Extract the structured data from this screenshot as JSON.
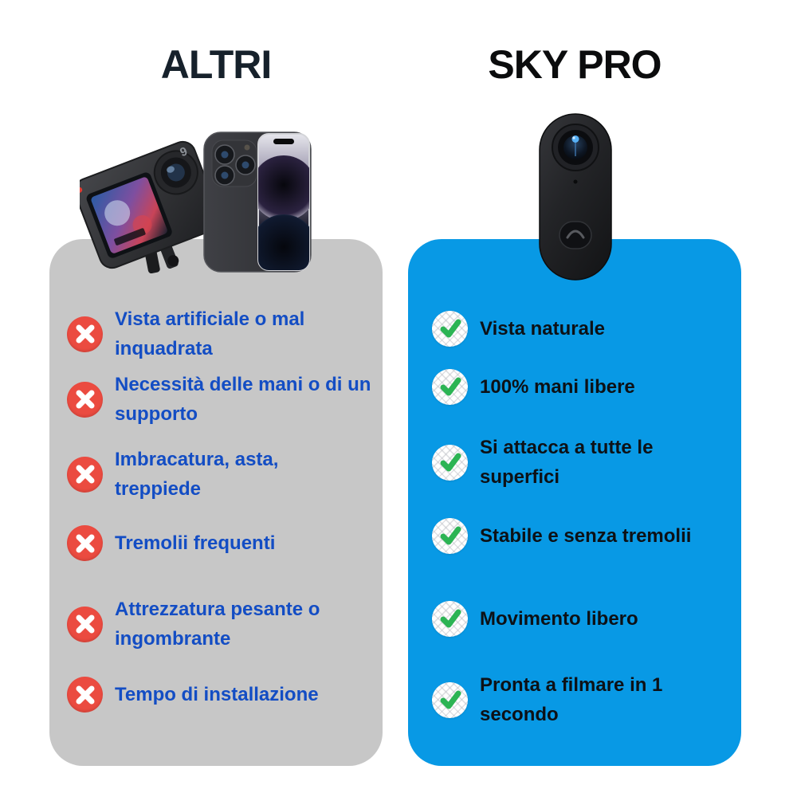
{
  "colors": {
    "left_card_bg": "#c7c7c7",
    "right_card_bg": "#0899e5",
    "negative_text": "#134dc4",
    "positive_text": "#0d1116",
    "x_icon_bg": "#eb4b40",
    "x_icon_glyph": "#ffffff",
    "check_icon_bg": "#ffffff",
    "check_icon_glyph": "#2cb454",
    "title_left": "#16212b",
    "title_right": "#0b0c0d"
  },
  "columns": {
    "altri": {
      "title": "ALTRI",
      "icon": "x-icon",
      "items": [
        "Vista artificiale o mal\ninquadrata",
        "Necessità delle mani o di un\nsupporto",
        "Imbracatura, asta,\ntreppiede",
        "Tremolii frequenti",
        "Attrezzatura pesante o\ningombrante",
        "Tempo di installazione"
      ]
    },
    "skypro": {
      "title": "SKY PRO",
      "icon": "check-icon",
      "items": [
        "Vista naturale",
        "100% mani libere",
        "Si attacca a tutte le\nsuperfici",
        "Stabile e senza tremolii",
        "Movimento libero",
        "Pronta a filmare in 1\nsecondo"
      ]
    }
  },
  "images": {
    "left": "action-camera-and-smartphone-photo",
    "left_camera_badge": "9",
    "right": "sky-pro-wearable-camera-photo"
  }
}
